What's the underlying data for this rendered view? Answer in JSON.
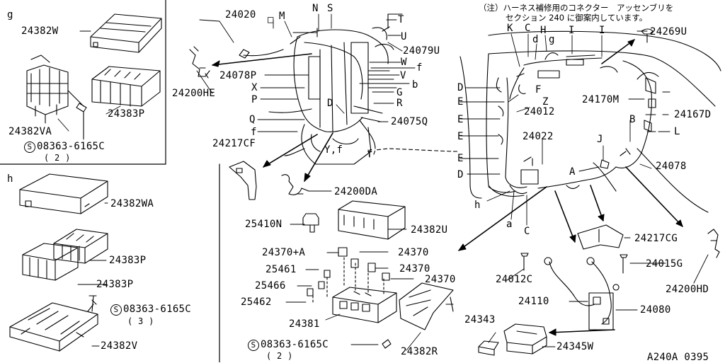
{
  "note": {
    "line1": "（注）ハーネス補修用のコネクター　アッセンブリを",
    "line2": "セクション 240 に御案内しています。"
  },
  "inset_labels": {
    "g": "g",
    "h": "h"
  },
  "parts": {
    "p24382W": "24382W",
    "p24382VA": "24382VA",
    "p24383P_top": "24383P",
    "p24382WA": "24382WA",
    "p24383P_a": "24383P",
    "p24383P_b": "24383P",
    "p24382V": "24382V",
    "p24020": "24020",
    "p24079U": "24079U",
    "p24078P": "24078P",
    "p24200HE": "24200HE",
    "p24075Q": "24075Q",
    "p24217CF": "24217CF",
    "p24200DA": "24200DA",
    "p25410N": "25410N",
    "p24382U": "24382U",
    "p24370A": "24370+A",
    "p24370_1": "24370",
    "p24370_2": "24370",
    "p24370_3": "24370",
    "p25461": "25461",
    "p25466": "25466",
    "p25462": "25462",
    "p24381": "24381",
    "p24382R": "24382R",
    "p24269U": "24269U",
    "p24170M": "24170M",
    "p24167D": "24167D",
    "p24012": "24012",
    "p24022": "24022",
    "p24078": "24078",
    "p24217CG": "24217CG",
    "p24012C": "24012C",
    "p24015G": "24015G",
    "p24110": "24110",
    "p24080": "24080",
    "p24200HD": "24200HD",
    "p24343": "24343",
    "p24345W": "24345W"
  },
  "screws": {
    "s1_code": "08363-6165C",
    "s1_qty": "( 2 )",
    "s2_code": "08363-6165C",
    "s2_qty": "( 3 )",
    "s3_code": "08363-6165C",
    "s3_qty": "( 2 )",
    "mark": "S"
  },
  "letters": {
    "N": "N",
    "S": "S",
    "T": "T",
    "M": "M",
    "U": "U",
    "W": "W",
    "f1": "f",
    "V": "V",
    "b": "b",
    "X": "X",
    "P": "P",
    "G": "G",
    "R": "R",
    "D1": "D",
    "Q": "Q",
    "f2": "f",
    "Yf": "Y,f",
    "f3": "f",
    "K": "K",
    "C1": "C",
    "d": "d",
    "H": "H",
    "g2": "g",
    "I1": "I",
    "I2": "I",
    "Dr": "D",
    "F": "F",
    "Z": "Z",
    "E1": "E",
    "E2": "E",
    "E3": "E",
    "E4": "E",
    "B": "B",
    "L": "L",
    "J": "J",
    "A": "A",
    "D2": "D",
    "h2": "h",
    "a": "a",
    "C2": "C"
  },
  "diagram_code": "A240A 0395"
}
